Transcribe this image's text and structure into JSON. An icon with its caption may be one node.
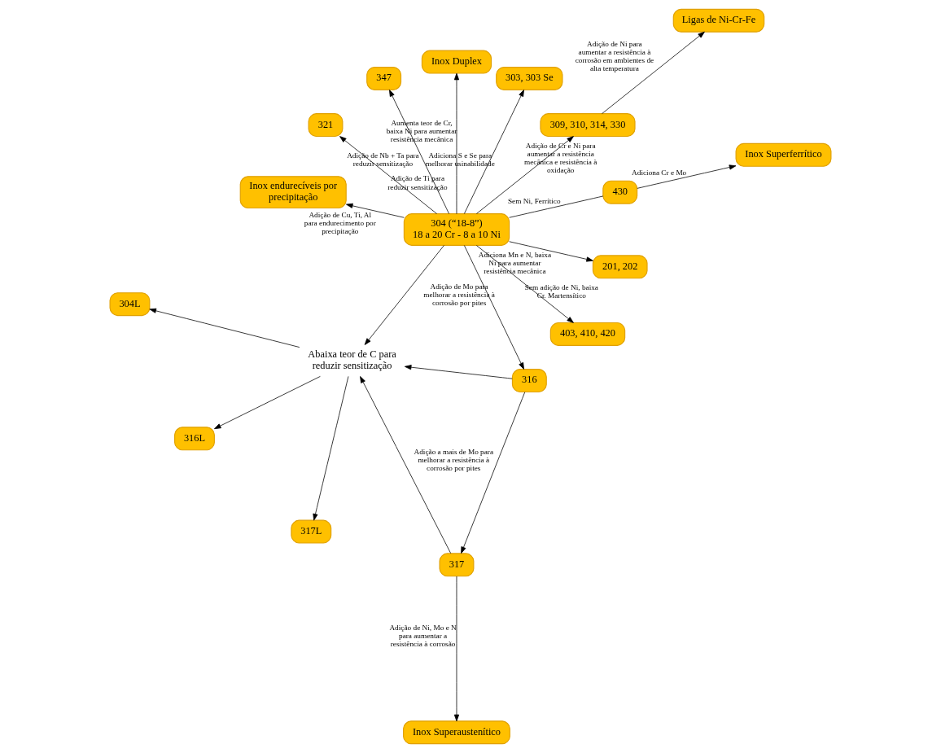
{
  "diagram": {
    "nodes": [
      {
        "text": [
          "304 (“18-8”)",
          "18 a 20 Cr - 8 a 10 Ni"
        ]
      },
      {
        "text": [
          "Inox Superferrítico"
        ]
      },
      {
        "text": [
          "430"
        ]
      },
      {
        "text": [
          "Ligas de Ni-Cr-Fe"
        ]
      },
      {
        "text": [
          "309, 310, 314, 330"
        ]
      },
      {
        "text": [
          "303, 303 Se"
        ]
      },
      {
        "text": [
          "Inox Duplex"
        ]
      },
      {
        "text": [
          "347"
        ]
      },
      {
        "text": [
          "321"
        ]
      },
      {
        "text": [
          "Inox endurecíveis por precipitação"
        ]
      },
      {
        "text": [
          "304L"
        ]
      },
      {
        "text": [
          "316L"
        ]
      },
      {
        "text": [
          "317L"
        ]
      },
      {
        "text": [
          "Abaixa teor de C para reduzir sensitização"
        ]
      },
      {
        "text": [
          "316"
        ]
      },
      {
        "text": [
          "317"
        ]
      },
      {
        "text": [
          "Inox Superaustenítico"
        ]
      },
      {
        "text": [
          "403, 410, 420"
        ]
      },
      {
        "text": [
          "201, 202"
        ]
      }
    ],
    "edges": [
      {
        "from": 0,
        "to": 2,
        "arrow": "none",
        "label": "Sem Ni, Ferrítico"
      },
      {
        "from": 2,
        "to": 1,
        "arrow": "to",
        "label": "Adiciona Cr e Mo"
      },
      {
        "from": 0,
        "to": 4,
        "arrow": "to",
        "label": "Adição de Cr e Ni para aumentar a resistência mecânica e resistência à oxidação"
      },
      {
        "from": 4,
        "to": 3,
        "arrow": "to",
        "label": "Adição de Ni para aumentar a resistência à corrosão em ambientes de alta temperatura"
      },
      {
        "from": 0,
        "to": 5,
        "arrow": "to",
        "label": "Adiciona S e Se para melhorar usinabilidade"
      },
      {
        "from": 0,
        "to": 6,
        "arrow": "to",
        "label": "Aumenta teor de Cr, baixa Ni para aumentar resistência mecânica"
      },
      {
        "from": 0,
        "to": 7,
        "arrow": "to",
        "label": "Adição de Nb + Ta para reduzir sensitização"
      },
      {
        "from": 0,
        "to": 8,
        "arrow": "to",
        "label": "Adição de Ti para reduzir sensitização"
      },
      {
        "from": 0,
        "to": 9,
        "arrow": "to",
        "label": "Adição de Cu, Ti, Al para endurecimento por precipitação"
      },
      {
        "from": 0,
        "to": 13,
        "arrow": "to"
      },
      {
        "from": 0,
        "to": 14,
        "arrow": "to",
        "label": "Adição de Mo para melhorar a resistência à corrosão por pites"
      },
      {
        "from": 0,
        "to": 17,
        "arrow": "to",
        "label": "Sem adição de Ni, baixa Cr. Martensítico"
      },
      {
        "from": 0,
        "to": 18,
        "arrow": "to",
        "label": "Adiciona Mn e N, baixa Ni para aumentar resistência mecânica"
      },
      {
        "from": 13,
        "to": 10,
        "arrow": "to"
      },
      {
        "from": 13,
        "to": 11,
        "arrow": "to"
      },
      {
        "from": 13,
        "to": 12,
        "arrow": "to"
      },
      {
        "from": 14,
        "to": 13,
        "arrow": "to"
      },
      {
        "from": 14,
        "to": 15,
        "arrow": "to",
        "label": "Adição a mais de Mo para melhorar a resistência à corrosão por pites"
      },
      {
        "from": 15,
        "to": 13,
        "arrow": "to"
      },
      {
        "from": 15,
        "to": 16,
        "arrow": "to",
        "label": "Adição de Ni, Mo e N para aumentar a resistência à corrosão"
      }
    ]
  }
}
